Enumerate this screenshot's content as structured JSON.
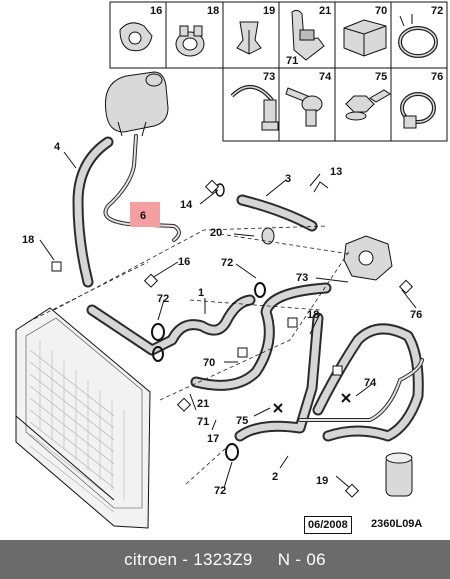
{
  "parts_legend": [
    {
      "num": "16",
      "icon": "hose-clip-icon"
    },
    {
      "num": "18",
      "icon": "hose-clamp-icon"
    },
    {
      "num": "19",
      "icon": "push-clip-icon"
    },
    {
      "num": "21",
      "icon": "retaining-clip-icon"
    },
    {
      "num": "70",
      "icon": "mounting-clip-icon"
    },
    {
      "num": "72",
      "icon": "spring-clamp-icon"
    },
    {
      "num": "73",
      "icon": "worm-clamp-icon"
    },
    {
      "num": "74",
      "icon": "bolt-icon"
    },
    {
      "num": "75",
      "icon": "hex-bolt-icon"
    },
    {
      "num": "76",
      "icon": "clamp-ring-icon"
    }
  ],
  "legend_sub_label": "71",
  "callouts": {
    "c4": "4",
    "c6": "6",
    "c18a": "18",
    "c16": "16",
    "c72a": "72",
    "c1": "1",
    "c14": "14",
    "c3": "3",
    "c13": "13",
    "c20": "20",
    "c72b": "72",
    "c73": "73",
    "c18b": "18",
    "c76": "76",
    "c70": "70",
    "c21": "21",
    "c71": "71",
    "c17": "17",
    "c75": "75",
    "c74": "74",
    "c2": "2",
    "c19": "19",
    "c72c": "72"
  },
  "footer": {
    "date_code": "06/2008",
    "ref_code": "2360L09A"
  },
  "bottom_bar": {
    "text": "citroen - 1323Z9     N - 06"
  },
  "colors": {
    "highlight": "#f4a0a0",
    "bar": "#6b6b6b"
  }
}
